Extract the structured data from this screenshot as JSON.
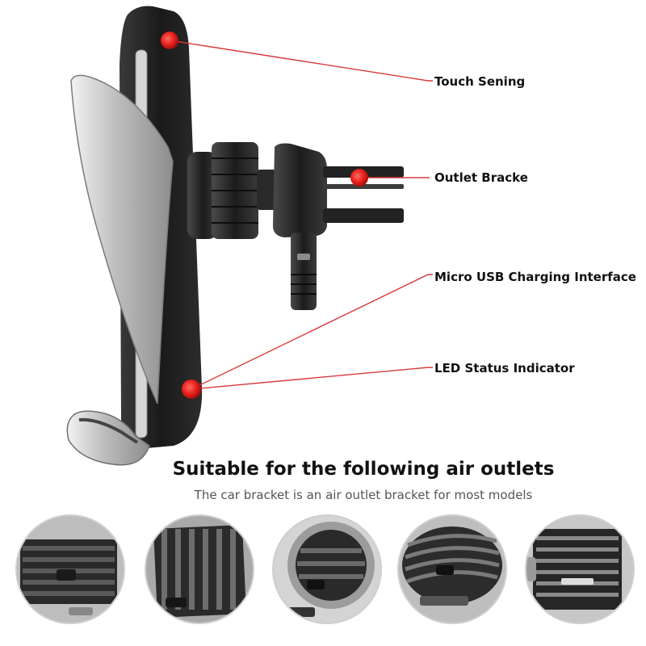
{
  "callouts": {
    "touch_sensing": "Touch Sening",
    "outlet_bracket": "Outlet Bracke",
    "micro_usb": "Micro USB Charging Interface",
    "led_status": "LED Status Indicator"
  },
  "headline": "Suitable for the following air outlets",
  "subline": "The car bracket is an air outlet bracket for most models",
  "colors": {
    "callout_line": "#d83a3a",
    "callout_dot": "#e8201c",
    "holder_black": "#1f1f1f",
    "holder_silver": "#c9c9c9"
  }
}
